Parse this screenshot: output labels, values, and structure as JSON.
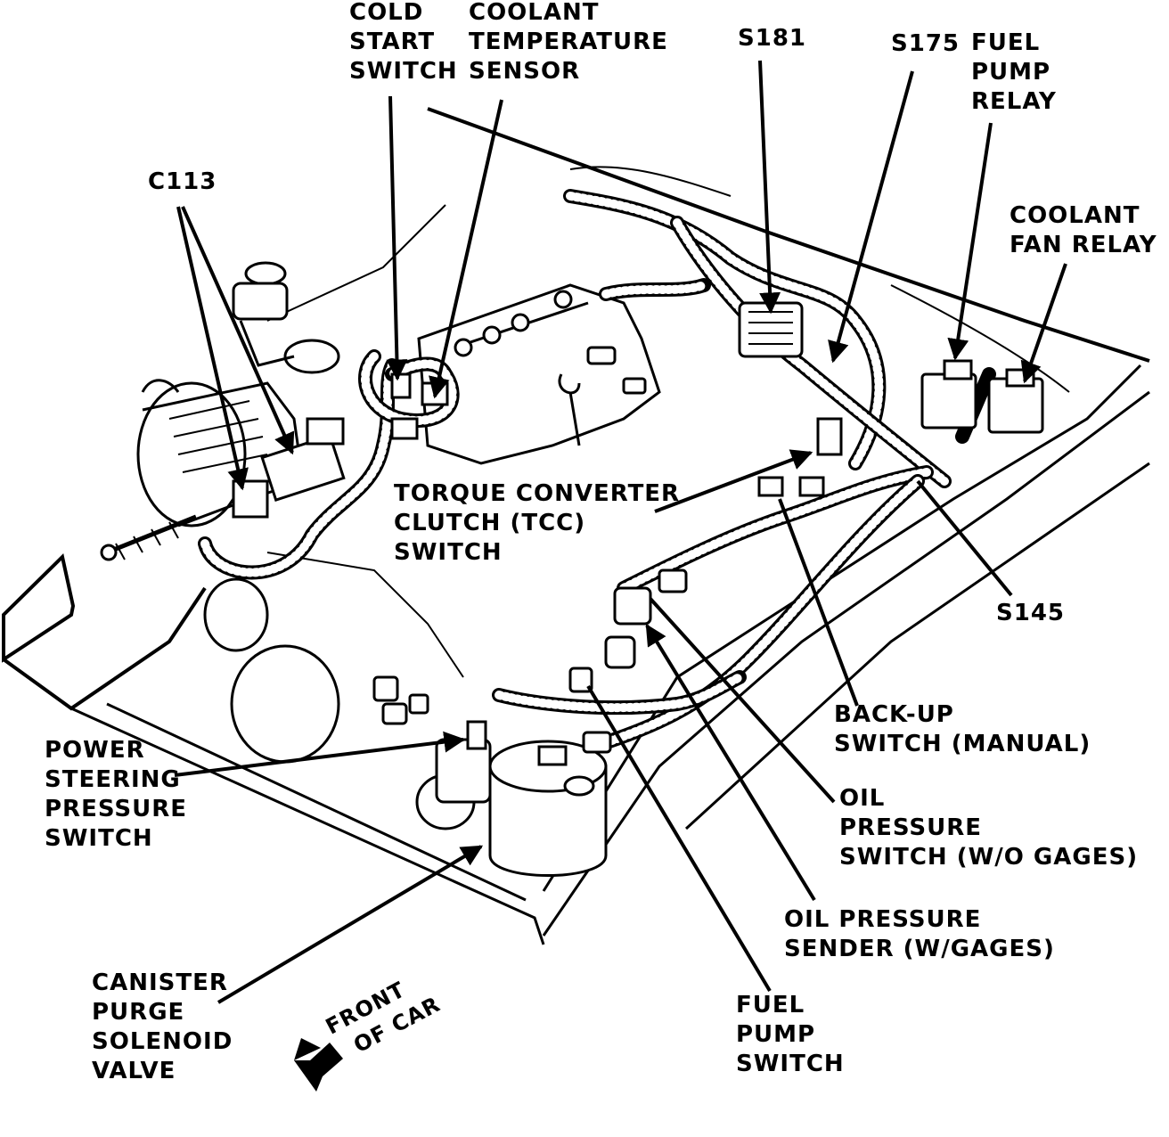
{
  "labels": {
    "cold_start_switch": [
      "COLD",
      "START",
      "SWITCH"
    ],
    "coolant_temp_sensor": [
      "COOLANT",
      "TEMPERATURE",
      "SENSOR"
    ],
    "s181": [
      "S181"
    ],
    "s175": [
      "S175"
    ],
    "fuel_pump_relay": [
      "FUEL",
      "PUMP",
      "RELAY"
    ],
    "coolant_fan_relay": [
      "COOLANT",
      "FAN RELAY"
    ],
    "c113": [
      "C113"
    ],
    "tcc_switch": [
      "TORQUE CONVERTER",
      "CLUTCH (TCC)",
      "SWITCH"
    ],
    "s145": [
      "S145"
    ],
    "backup_switch": [
      "BACK-UP",
      "SWITCH (MANUAL)"
    ],
    "oil_pressure_switch": [
      "OIL",
      "PRESSURE",
      "SWITCH (W/O GAGES)"
    ],
    "oil_pressure_sender": [
      "OIL PRESSURE",
      "SENDER (W/GAGES)"
    ],
    "power_steering_switch": [
      "POWER",
      "STEERING",
      "PRESSURE",
      "SWITCH"
    ],
    "canister_purge": [
      "CANISTER",
      "PURGE",
      "SOLENOID",
      "VALVE"
    ],
    "fuel_pump_switch": [
      "FUEL",
      "PUMP",
      "SWITCH"
    ],
    "front_of_car": [
      "FRONT",
      "OF CAR"
    ]
  }
}
